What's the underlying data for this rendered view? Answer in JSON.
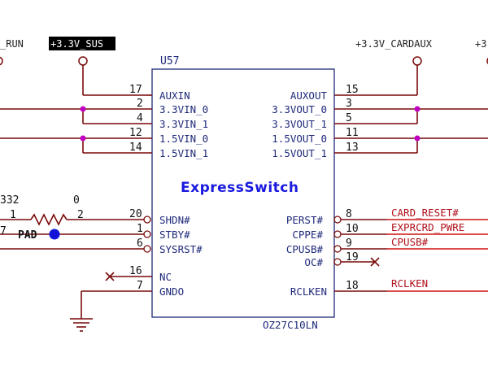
{
  "component": {
    "refdes": "U57",
    "function_label": "ExpressSwitch",
    "part_number": "OZ27C10LN"
  },
  "power_rails": {
    "left_partial": "_RUN",
    "sus": "+3.3V_SUS",
    "cardaux": "+3.3V_CARDAUX",
    "right_partial": "+3"
  },
  "left_pins": [
    {
      "num": "17",
      "name": "AUXIN"
    },
    {
      "num": "2",
      "name": "3.3VIN_0"
    },
    {
      "num": "4",
      "name": "3.3VIN_1"
    },
    {
      "num": "12",
      "name": "1.5VIN_0"
    },
    {
      "num": "14",
      "name": "1.5VIN_1"
    },
    {
      "num": "20",
      "name": "SHDN#"
    },
    {
      "num": "1",
      "name": "STBY#"
    },
    {
      "num": "6",
      "name": "SYSRST#"
    },
    {
      "num": "16",
      "name": "NC"
    },
    {
      "num": "7",
      "name": "GNDO"
    }
  ],
  "right_pins": [
    {
      "num": "15",
      "name": "AUXOUT"
    },
    {
      "num": "3",
      "name": "3.3VOUT_0"
    },
    {
      "num": "5",
      "name": "3.3VOUT_1"
    },
    {
      "num": "11",
      "name": "1.5VOUT_0"
    },
    {
      "num": "13",
      "name": "1.5VOUT_1"
    },
    {
      "num": "8",
      "name": "PERST#"
    },
    {
      "num": "10",
      "name": "CPPE#"
    },
    {
      "num": "9",
      "name": "CPUSB#"
    },
    {
      "num": "19",
      "name": "OC#"
    },
    {
      "num": "18",
      "name": "RCLKEN"
    }
  ],
  "nets_right": {
    "card_reset": "CARD_RESET#",
    "exprcrd_pwren": "EXPRCRD_PWRE",
    "cpusb": "CPUSB#",
    "rclken": "RCLKEN"
  },
  "resistor": {
    "value_partial": "332",
    "value_suffix": "0",
    "pin1": "1",
    "pin2": "2",
    "pad_label": "PAD",
    "left_partial": "7"
  }
}
